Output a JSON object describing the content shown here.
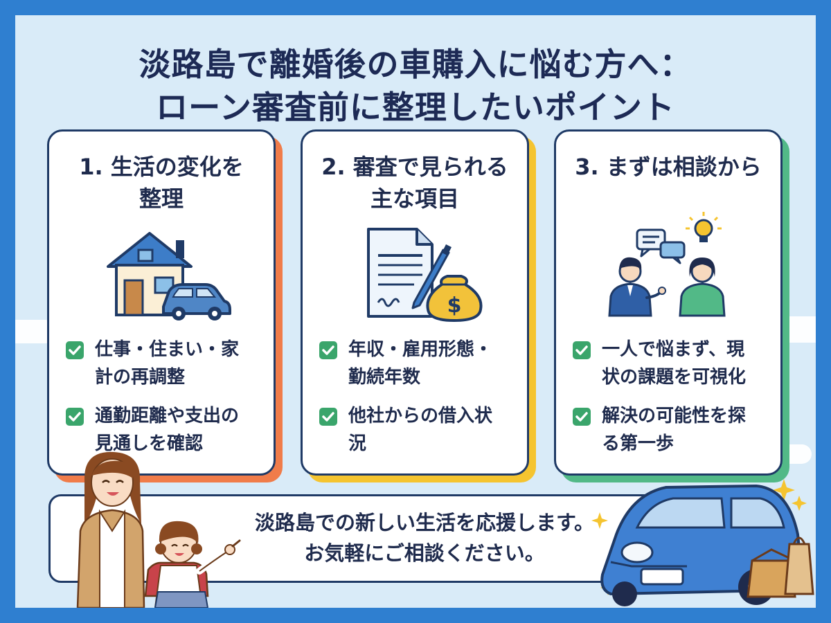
{
  "title": {
    "line1": "淡路島で離婚後の車購入に悩む方へ：",
    "line2": "ローン審査前に整理したいポイント"
  },
  "cards": [
    {
      "title_lines": [
        "1. 生活の変化を",
        "整理"
      ],
      "illustration": "house-and-car-icon",
      "accent": "#f07c4a",
      "items": [
        [
          "仕事・住まい・家",
          "計の再調整"
        ],
        [
          "通勤距離や支出の",
          "見通しを確認"
        ]
      ]
    },
    {
      "title_lines": [
        "2. 審査で見られる",
        "主な項目"
      ],
      "illustration": "document-and-money-bag-icon",
      "accent": "#f5c430",
      "items": [
        [
          "年収・雇用形態・",
          "勤続年数"
        ],
        [
          "他社からの借入状",
          "況"
        ]
      ]
    },
    {
      "title_lines": [
        "3. まずは相談から"
      ],
      "illustration": "consultation-icon",
      "accent": "#52b987",
      "items": [
        [
          "一人で悩まず、現",
          "状の課題を可視化"
        ],
        [
          "解決の可能性を探",
          "る第一歩"
        ]
      ]
    }
  ],
  "banner": {
    "line1": "淡路島での新しい生活を応援します。",
    "line2": "お気軽にご相談ください。"
  },
  "colors": {
    "frame": "#2f7fd0",
    "background": "#d9ebf8",
    "navy": "#1f3a66",
    "check": "#3aa56b"
  }
}
